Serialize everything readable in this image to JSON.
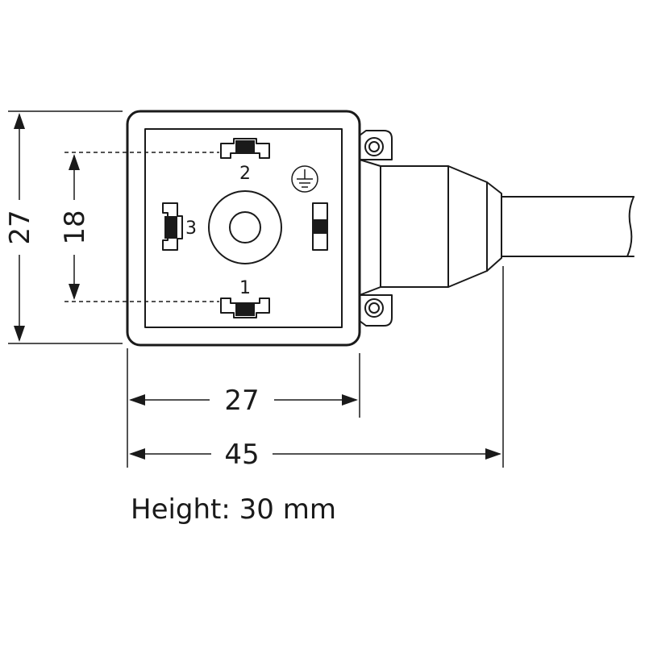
{
  "dimensions": {
    "height_outer": "27",
    "height_pins": "18",
    "width_body": "27",
    "width_total": "45"
  },
  "pins": {
    "top": "2",
    "left": "3",
    "bottom": "1"
  },
  "note": "Height: 30 mm",
  "icons": [
    "ground-symbol-icon"
  ],
  "colors": {
    "line": "#1a1a1a",
    "background": "#ffffff"
  }
}
